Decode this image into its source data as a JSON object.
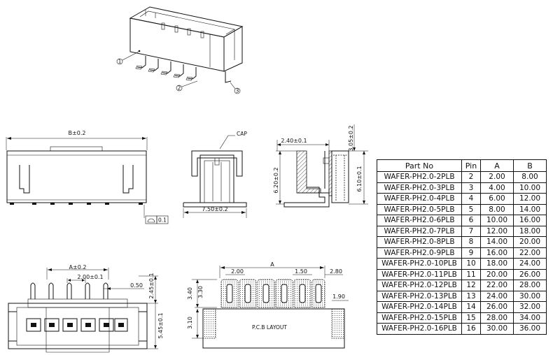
{
  "iso_view": {
    "callouts": [
      "1",
      "2",
      "3"
    ]
  },
  "front_view": {
    "dim_b": "B±0.2",
    "flatness_value": "0.1"
  },
  "side_view": {
    "cap_label": "CAP",
    "dim_width": "7.50±0.2"
  },
  "section_view": {
    "dim_top": "2.40±0.1",
    "dim_left": "6.20±0.2",
    "dim_right": "6.10±0.1",
    "dim_top_right": "3.05±0.2"
  },
  "bottom_view": {
    "dim_a": "A±0.2",
    "dim_pitch": "2.00±0.1",
    "dim_pin": "0.50",
    "dim_height1": "2.45±0.1",
    "dim_height2": "5.45±0.1"
  },
  "pcb_layout": {
    "label": "P.C.B LAYOUT",
    "dim_a": "A",
    "dim_pitch": "2.00",
    "dim_pad": "1.50",
    "dim_edge": "2.80",
    "dim_pad_height": "3.30",
    "dim_top_height": "3.40",
    "dim_bottom_height": "3.10",
    "dim_small": "1.90"
  },
  "table": {
    "headers": [
      "Part No",
      "Pin",
      "A",
      "B"
    ],
    "rows": [
      [
        "WAFER-PH2.0-2PLB",
        "2",
        "2.00",
        "8.00"
      ],
      [
        "WAFER-PH2.0-3PLB",
        "3",
        "4.00",
        "10.00"
      ],
      [
        "WAFER-PH2.0-4PLB",
        "4",
        "6.00",
        "12.00"
      ],
      [
        "WAFER-PH2.0-5PLB",
        "5",
        "8.00",
        "14.00"
      ],
      [
        "WAFER-PH2.0-6PLB",
        "6",
        "10.00",
        "16.00"
      ],
      [
        "WAFER-PH2.0-7PLB",
        "7",
        "12.00",
        "18.00"
      ],
      [
        "WAFER-PH2.0-8PLB",
        "8",
        "14.00",
        "20.00"
      ],
      [
        "WAFER-PH2.0-9PLB",
        "9",
        "16.00",
        "22.00"
      ],
      [
        "WAFER-PH2.0-10PLB",
        "10",
        "18.00",
        "24.00"
      ],
      [
        "WAFER-PH2.0-11PLB",
        "11",
        "20.00",
        "26.00"
      ],
      [
        "WAFER-PH2.0-12PLB",
        "12",
        "22.00",
        "28.00"
      ],
      [
        "WAFER-PH2.0-13PLB",
        "13",
        "24.00",
        "30.00"
      ],
      [
        "WAFER-PH2.0-14PLB",
        "14",
        "26.00",
        "32.00"
      ],
      [
        "WAFER-PH2.0-15PLB",
        "15",
        "28.00",
        "34.00"
      ],
      [
        "WAFER-PH2.0-16PLB",
        "16",
        "30.00",
        "36.00"
      ]
    ]
  }
}
